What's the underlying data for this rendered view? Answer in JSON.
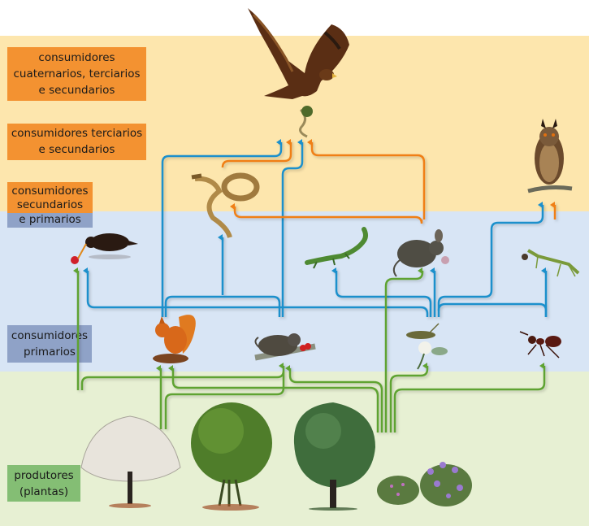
{
  "diagram": {
    "title_hidden": "",
    "colors": {
      "band_consumers_high": "#fde6ad",
      "band_consumers_mid": "#d8e5f5",
      "band_producers": "#e7f0d3",
      "label_orange": "#f39231",
      "label_blue": "#8fa2c7",
      "label_green": "#84be74",
      "arrow_blue": "#1a90cc",
      "arrow_orange": "#f07f12",
      "arrow_green": "#5ea332"
    },
    "levels": [
      {
        "id": "quaternary",
        "lines": [
          "consumidores",
          "cuaternarios, terciarios",
          "e secundarios"
        ]
      },
      {
        "id": "tertiary",
        "lines": [
          "consumidores terciarios",
          "e secundarios"
        ]
      },
      {
        "id": "secondary",
        "lines_orange": [
          "consumidores",
          "secundarios"
        ],
        "lines_blue": [
          "e primarios"
        ]
      },
      {
        "id": "primary",
        "lines": [
          "consumidores",
          "primarios"
        ]
      },
      {
        "id": "producers",
        "lines": [
          "produtores",
          "(plantas)"
        ]
      }
    ],
    "organisms": [
      {
        "id": "eagle",
        "name": "águia",
        "level": "quaternary"
      },
      {
        "id": "owl",
        "name": "bufo",
        "level": "tertiary"
      },
      {
        "id": "snake",
        "name": "cobra",
        "level": "tertiary"
      },
      {
        "id": "blackbird",
        "name": "melro",
        "level": "secondary"
      },
      {
        "id": "lizard",
        "name": "lagarto",
        "level": "secondary"
      },
      {
        "id": "mouse",
        "name": "rato",
        "level": "secondary"
      },
      {
        "id": "mantis",
        "name": "louva-a-deus",
        "level": "secondary"
      },
      {
        "id": "squirrel",
        "name": "esquilo",
        "level": "primary"
      },
      {
        "id": "field-mouse",
        "name": "rato-do-campo",
        "level": "primary"
      },
      {
        "id": "grasshopper",
        "name": "gafanhoto",
        "level": "primary"
      },
      {
        "id": "ant",
        "name": "formiga",
        "level": "primary"
      },
      {
        "id": "tree-blossom",
        "name": "árvore em flor",
        "level": "producers"
      },
      {
        "id": "shrub",
        "name": "arbusto",
        "level": "producers"
      },
      {
        "id": "tree",
        "name": "árvore",
        "level": "producers"
      },
      {
        "id": "small-bush",
        "name": "arbusto pequeno",
        "level": "producers"
      },
      {
        "id": "flower-bush",
        "name": "arbusto florido",
        "level": "producers"
      }
    ]
  }
}
